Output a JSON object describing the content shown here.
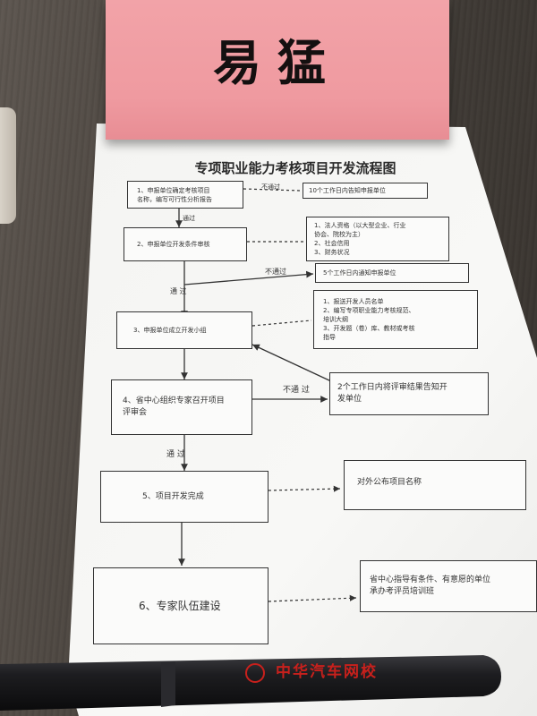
{
  "nameplate": {
    "name": "易猛"
  },
  "document": {
    "title": "专项职业能力考核项目开发流程图",
    "steps": [
      {
        "lines": [
          "1、申报单位确定考核项目",
          "名称，编写可行性分析报告"
        ]
      },
      {
        "lines": [
          "2、申报单位开发条件审核"
        ]
      },
      {
        "lines": [
          "3、申报单位成立开发小组"
        ]
      },
      {
        "lines": [
          "4、省中心组织专家召开项目",
          "评审会"
        ]
      },
      {
        "lines": [
          "5、项目开发完成"
        ]
      },
      {
        "lines": [
          "6、专家队伍建设"
        ]
      }
    ],
    "side_notes": [
      {
        "lines": [
          "10个工作日内告知申报单位"
        ]
      },
      {
        "lines": [
          "1、法人资格（以大型企业、行业",
          "协会、院校为主）",
          "2、社会信用",
          "3、财务状况"
        ]
      },
      {
        "lines": [
          "5个工作日内通知申报单位"
        ]
      },
      {
        "lines": [
          "1、报送开发人员名单",
          "2、编写专项职业能力考核规范、",
          "培训大纲",
          "3、开发题（卷）库、教材或考核",
          "指导"
        ]
      },
      {
        "lines": [
          "2个工作日内将评审结果告知开",
          "发单位"
        ]
      },
      {
        "lines": [
          "对外公布项目名称"
        ]
      },
      {
        "lines": [
          "省中心指导有条件、有意愿的单位",
          "承办考评员培训班"
        ]
      }
    ],
    "edge_labels": {
      "pass": "通过",
      "pass_spaced": "通  过",
      "fail": "不通过",
      "fail_spaced": "不通  过"
    }
  },
  "pen": {
    "brand": "中华汽车网校"
  },
  "colors": {
    "nameplate": "#ef9aa0",
    "paper": "#f7f7f5",
    "pen": "#1b1b1d",
    "pen_text": "#c8201c"
  }
}
